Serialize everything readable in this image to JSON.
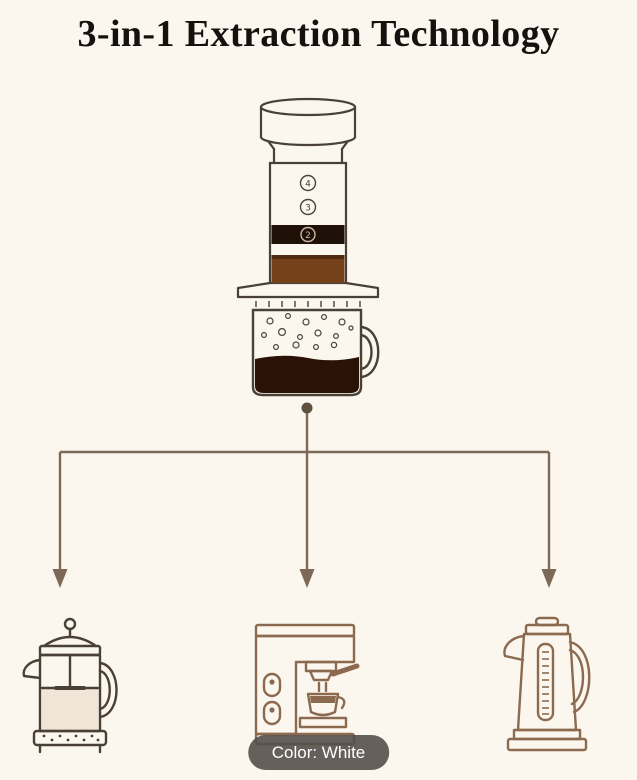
{
  "header": {
    "title": "3-in-1 Extraction Technology"
  },
  "device": {
    "name": "aeropress-brewer",
    "chamber_markings": [
      "4",
      "3",
      "2"
    ]
  },
  "branches": {
    "items": [
      {
        "name": "french-press"
      },
      {
        "name": "espresso-machine"
      },
      {
        "name": "electric-kettle"
      }
    ]
  },
  "badge": {
    "label": "Color: White"
  },
  "colors": {
    "background": "#fbf7ee",
    "title": "#14110e",
    "device_line": "#4a4038",
    "connector": "#7d6957",
    "icon_dark": "#4a4036",
    "icon_brown": "#8c6a50",
    "coffee_dark": "#2a1206",
    "coffee_mid": "#74411b",
    "badge_bg": "#544f4a",
    "badge_text": "#ffffff"
  }
}
